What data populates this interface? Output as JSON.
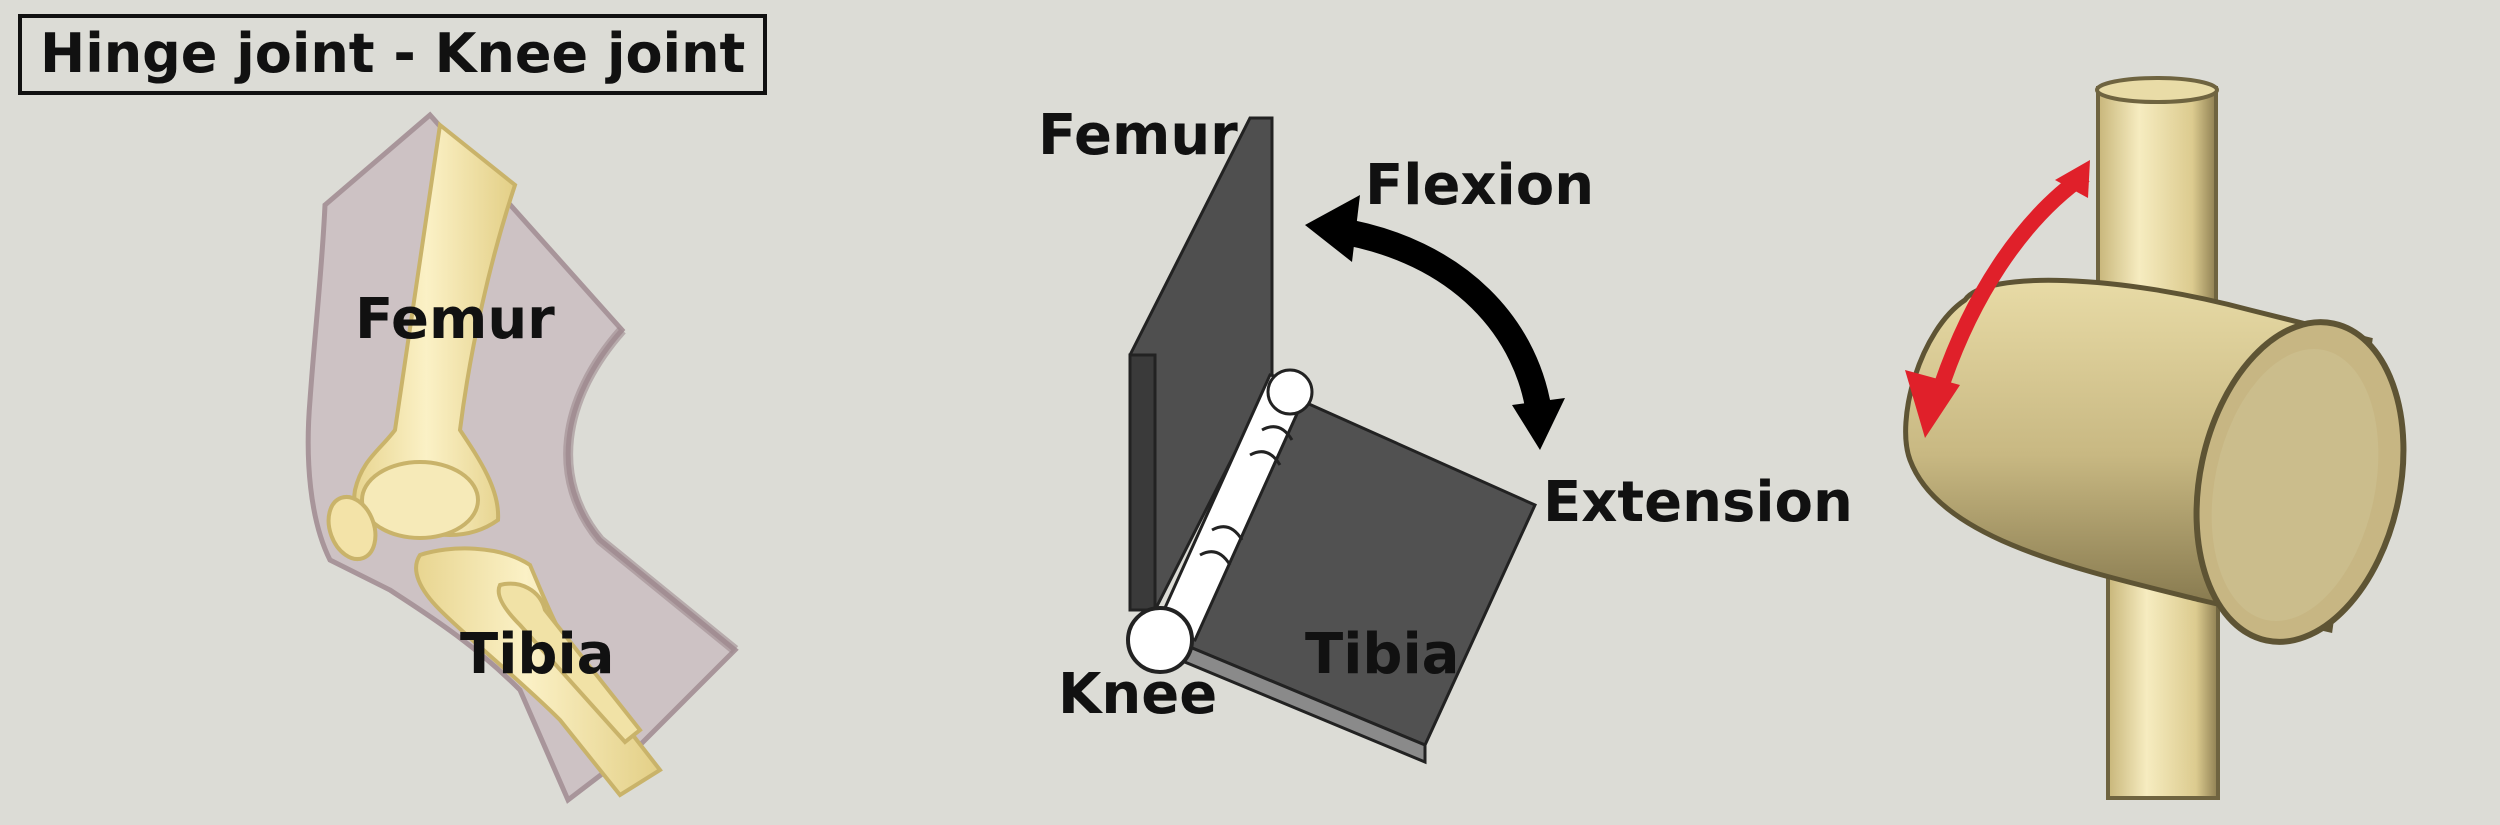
{
  "title": "Hinge joint - Knee joint",
  "anatomy": {
    "femur": "Femur",
    "tibia": "Tibia"
  },
  "hinge": {
    "femur": "Femur",
    "tibia": "Tibia",
    "knee": "Knee",
    "flexion": "Flexion",
    "extension": "Extension"
  },
  "colors": {
    "background": "#dcdcd6",
    "skin": "#cdc2c4",
    "bone": "#f3e6b0",
    "plate": "#505050",
    "arrow_black": "#000000",
    "arrow_red": "#e0202a",
    "cylinder": "#c9bb87"
  }
}
